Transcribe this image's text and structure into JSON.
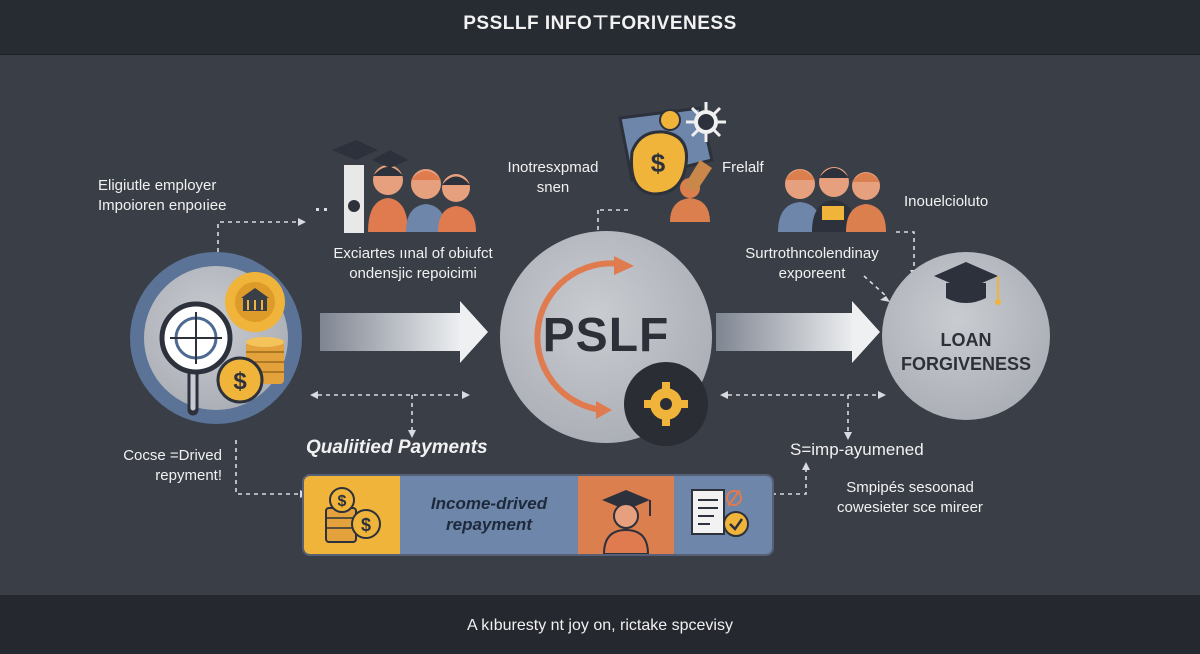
{
  "header": {
    "title": "PSSLLF INFO⊤FORIVENESS"
  },
  "footer": {
    "caption": "A kıburesty nt joy on, rictake spcevisy"
  },
  "labels": {
    "left_top": [
      "Eligiutle employer",
      "Impoioren enpoıiee"
    ],
    "left_mid": [
      "Exciartes ıınal of obiufct",
      "ondensjic repoicimi"
    ],
    "center_top": [
      "Inotresxpmad",
      "snen"
    ],
    "center_top_right": "Frelalf",
    "right_top": "Inouelcioluto",
    "right_mid": [
      "Surtrothncolendinay",
      "exporeent"
    ],
    "qualified": "Qualiitied Payments",
    "left_bottom": [
      "Cocse =Drived",
      "repyment!"
    ],
    "right_bottom": "S=imp-ayumened",
    "right_bottom2": [
      "Smpipés sesoonad",
      "cowesieter sce mireer"
    ],
    "panel_text": [
      "Income-drived",
      "repayment"
    ]
  },
  "nodes": {
    "pslf": "PSLF",
    "loan": [
      "LOAN",
      "FORGIVENESS"
    ]
  },
  "colors": {
    "background": "#3a3e47",
    "header_bar": "#272b32",
    "circle_fill": "#b9bcc1",
    "left_circle_ring": "#5a7397",
    "accent_orange": "#e07a4f",
    "accent_yellow": "#f0b43a",
    "panel_blue": "#6d86a9",
    "panel_orange": "#dc7f4e"
  },
  "icons": [
    "magnifier-icon",
    "bank-gear-icon",
    "coins-icon",
    "dollar-icon",
    "graduates-icon",
    "money-bag-icon",
    "gear-icon",
    "people-icon",
    "grad-cap-icon",
    "document-check-icon"
  ]
}
